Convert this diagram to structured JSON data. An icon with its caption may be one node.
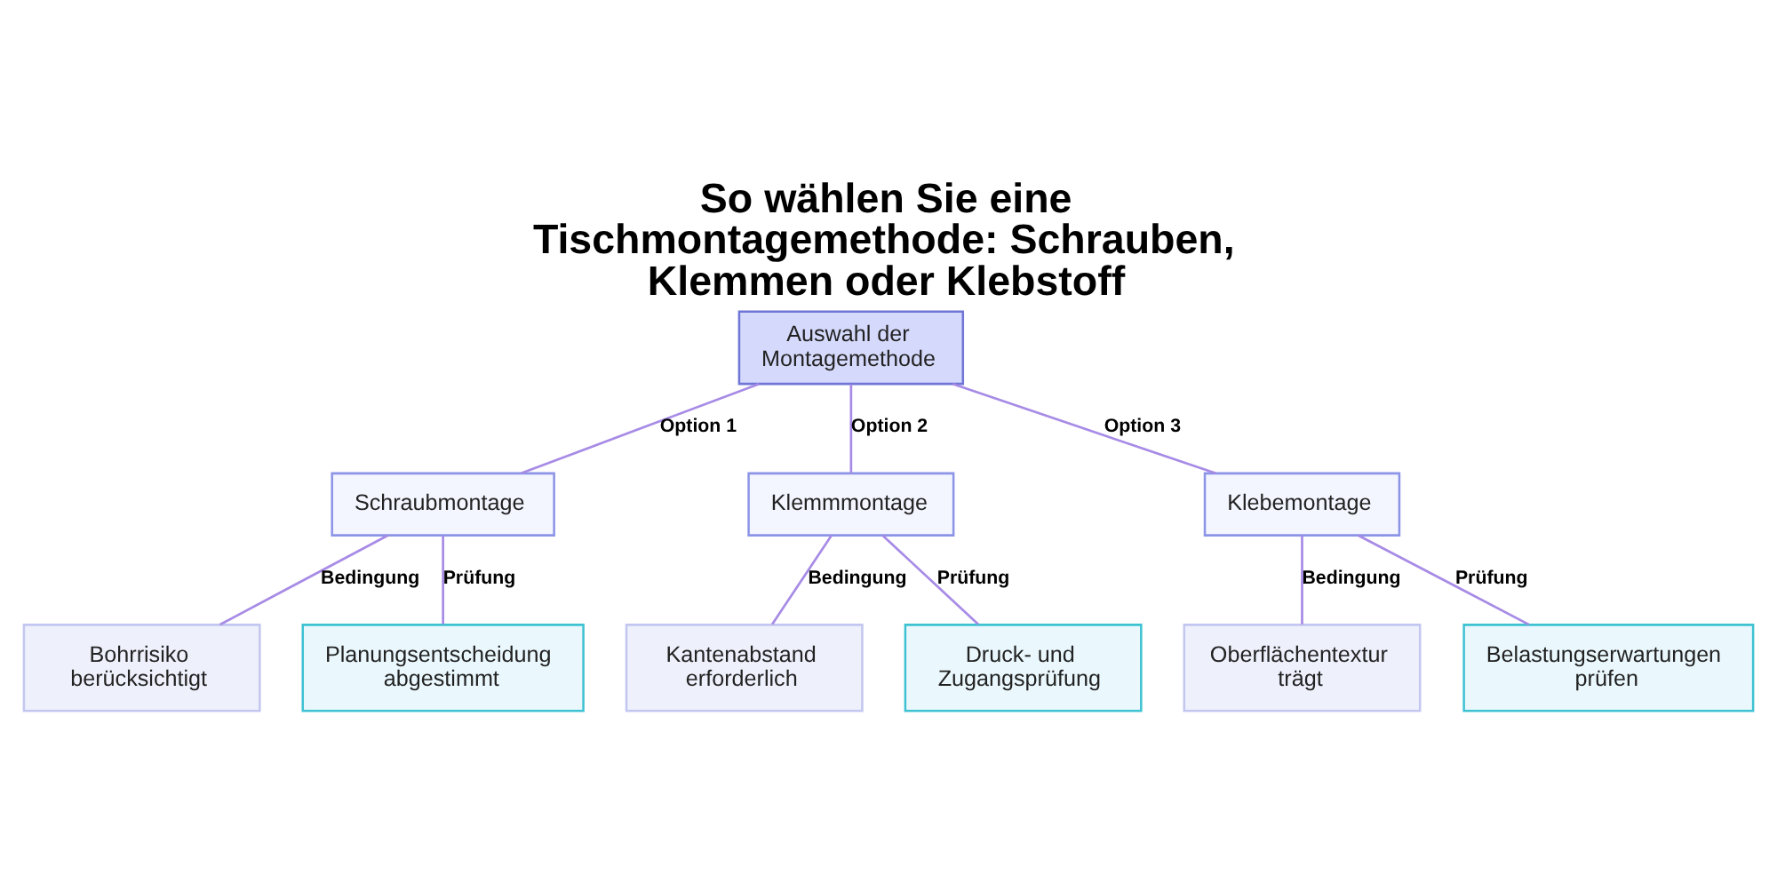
{
  "diagram": {
    "title": "So wählen Sie eine Tischmontagemethode: Schrauben, Klemmen oder Klebstoff",
    "nodes": [
      {
        "text": [
          "Auswahl der Montagemethode"
        ]
      },
      {
        "text": [
          "Schraubmontage"
        ]
      },
      {
        "text": [
          "Klemmmontage"
        ]
      },
      {
        "text": [
          "Klebemontage"
        ]
      },
      {
        "text": [
          "Bohrrisiko berücksichtigt"
        ]
      },
      {
        "text": [
          "Planungsentscheidung abgestimmt"
        ]
      },
      {
        "text": [
          "Kantenabstand erforderlich"
        ]
      },
      {
        "text": [
          "Druck- und Zugangsprüfung"
        ]
      },
      {
        "text": [
          "Oberflächentextur trägt"
        ]
      },
      {
        "text": [
          "Belastungserwartungen prüfen"
        ]
      }
    ],
    "edges": [
      {
        "from": 0,
        "to": 1,
        "arrow": "none",
        "label": "Option 1"
      },
      {
        "from": 0,
        "to": 2,
        "arrow": "none",
        "label": "Option 2"
      },
      {
        "from": 0,
        "to": 3,
        "arrow": "none",
        "label": "Option 3"
      },
      {
        "from": 1,
        "to": 4,
        "arrow": "none",
        "label": "Bedingung"
      },
      {
        "from": 1,
        "to": 5,
        "arrow": "none",
        "label": "Prüfung"
      },
      {
        "from": 2,
        "to": 6,
        "arrow": "none",
        "label": "Bedingung"
      },
      {
        "from": 2,
        "to": 7,
        "arrow": "none",
        "label": "Prüfung"
      },
      {
        "from": 3,
        "to": 8,
        "arrow": "none",
        "label": "Bedingung"
      },
      {
        "from": 3,
        "to": 9,
        "arrow": "none",
        "label": "Prüfung"
      }
    ]
  }
}
